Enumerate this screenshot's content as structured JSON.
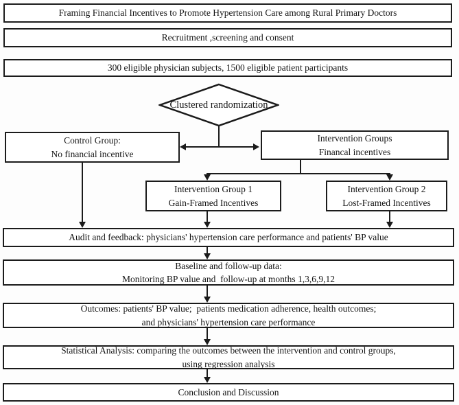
{
  "flowchart": {
    "title_box": "Framing Financial Incentives to Promote Hypertension Care among Rural Primary Doctors",
    "recruitment_box": "Recruitment ,screening and consent",
    "eligibility_box": "300 eligible physician subjects, 1500 eligible patient participants",
    "randomization_diamond": "Clustered randomization",
    "control_box": {
      "line1": "Control Group:",
      "line2": "No financial incentive"
    },
    "intervention_box": {
      "line1": "Intervention Groups",
      "line2": "Financal incentives"
    },
    "group1_box": {
      "line1": "Intervention Group 1",
      "line2": "Gain-Framed Incentives"
    },
    "group2_box": {
      "line1": "Intervention Group 2",
      "line2": "Lost-Framed Incentives"
    },
    "audit_box": "Audit and feedback: physicians' hypertension care performance and patients' BP value",
    "baseline_box": {
      "line1": "Baseline and follow-up data:",
      "line2": "Monitoring BP value and  follow-up at months 1,3,6,9,12"
    },
    "outcomes_box": {
      "line1": "Outcomes: patients' BP value;  patients medication adherence, health outcomes;",
      "line2": "and physicians' hypertension care performance"
    },
    "statistics_box": {
      "line1": "Statistical Analysis: comparing the outcomes between the intervention and control groups,",
      "line2": "using regression analysis"
    },
    "conclusion_box": "Conclusion and Discussion"
  },
  "colors": {
    "line": "#1b1b1b",
    "text": "#141414",
    "box_fill": "#ffffff",
    "background": "#fdfdfd"
  }
}
